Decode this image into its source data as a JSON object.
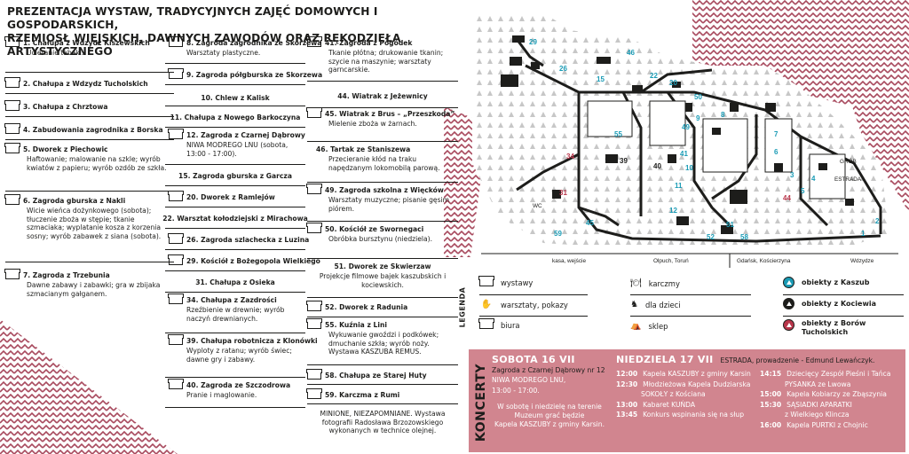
{
  "title": {
    "line1": "PREZENTACJA WYSTAW, TRADYCYJNYCH ZAJĘĆ DOMOWYCH I GOSPODARSKICH,",
    "line2": "RZEMIOSŁ WIEJSKICH, DAWNYCH ZAWODÓW ORAZ RĘKODZIEŁA ARTYSTYCZNEGO"
  },
  "column1": [
    {
      "label": "1. Chałupa z Wdzydz Kiszewskich",
      "desc": "Ucieranie tabaki."
    },
    {
      "label": "2. Chałupa z Wdzydz Tucholskich",
      "desc": ""
    },
    {
      "label": "3. Chałupa z Chrztowa",
      "desc": ""
    },
    {
      "label": "4. Zabudowania zagrodnika z Borska",
      "desc": ""
    },
    {
      "label": "5. Dworek z Piechowic",
      "desc": "Haftowanie; malowanie na szkle; wyrób kwiatów z papieru; wyrób ozdób ze szkła."
    },
    {
      "label": "6. Zagroda gburska z Nakli",
      "desc": "Wicie wieńca dożynkowego (sobota); tłuczenie zboża w stępie; tkanie szmaciaka; wyplatanie kosza z korzenia sosny; wyrób zabawek z siana (sobota)."
    },
    {
      "label": "7. Zagroda z Trzebunia",
      "desc": "Dawne zabawy i zabawki; gra w zbijaka szmacianym gałganem."
    }
  ],
  "column2": [
    {
      "label": "8. Zagroda zagrodnika ze Skorzewa",
      "desc": "Warsztaty plastyczne."
    },
    {
      "label": "9. Zagroda półgburska ze Skorzewa",
      "desc": ""
    },
    {
      "label": "10. Chlew z Kalisk",
      "desc": ""
    },
    {
      "label": "11. Chałupa z Nowego Barkoczyna",
      "desc": ""
    },
    {
      "label": "12. Zagroda z Czarnej Dąbrowy",
      "desc": "NIWA MODREGO LNU (sobota, 13:00 - 17:00)."
    },
    {
      "label": "15. Zagroda gburska z Garcza",
      "desc": ""
    },
    {
      "label": "20. Dworek z Ramlejów",
      "desc": ""
    },
    {
      "label": "22. Warsztat kołodziejski z Mirachowa",
      "desc": ""
    },
    {
      "label": "26. Zagroda szlachecka z Luzina",
      "desc": ""
    },
    {
      "label": "29. Kościół z Bożegopola Wielkiego",
      "desc": ""
    },
    {
      "label": "31. Chałupa z Osieka",
      "desc": ""
    },
    {
      "label": "34. Chałupa z Zazdrości",
      "desc": "Rzeźbienie w drewnie; wyrób naczyń drewnianych."
    },
    {
      "label": "39. Chałupa robotnicza z Klonówki",
      "desc": "Wyploty z ratanu; wyrób świec; dawne gry i zabawy."
    },
    {
      "label": "40. Zagroda ze Szczodrowa",
      "desc": "Pranie i maglowanie."
    }
  ],
  "column3": [
    {
      "label": "41. Zagroda z Pogódek",
      "desc": "Tkanie płótna; drukowanie tkanin; szycie na maszynie; warsztaty garncarskie."
    },
    {
      "label": "44. Wiatrak z Jeżewnicy",
      "desc": ""
    },
    {
      "label": "45. Wiatrak z Brus – „Przeszkoda”",
      "desc": "Mielenie zboża w żarnach."
    },
    {
      "label": "46. Tartak ze Staniszewa",
      "desc": "Przecieranie kłód na traku napędzanym lokomobilą parową."
    },
    {
      "label": "49. Zagroda szkolna z Więcków",
      "desc": "Warsztaty muzyczne; pisanie gęsim piórem."
    },
    {
      "label": "50. Kościół ze Swornegaci",
      "desc": "Obróbka bursztynu (niedziela)."
    },
    {
      "label": "51. Dworek ze Skwierzaw",
      "desc": "Projekcje filmowe bajek kaszubskich i kociewskich."
    },
    {
      "label": "52. Dworek z Radunia",
      "desc": ""
    },
    {
      "label": "55. Kuźnia z Lini",
      "desc": "Wykuwanie gwoździ i podkówek; dmuchanie szkła; wyrób noży. Wystawa KASZUBA REMUS."
    },
    {
      "label": "58. Chałupa ze Starej Huty",
      "desc": ""
    },
    {
      "label": "59. Karczma z Rumi",
      "desc": ""
    },
    {
      "label": "",
      "desc": "MINIONE, NIEZAPOMNIANE. Wystawa fotografii Radosława Brzozowskiego wykonanych w technice olejnej."
    }
  ],
  "map": {
    "labels": {
      "kasa": "kasa, wejście",
      "olpuch": "Olpuch, Toruń",
      "gdansk": "Gdańsk, Kościerzyna",
      "wdzydze": "Wdzydze",
      "grob": "GRÓB",
      "estrada": "ESTRADA",
      "wc": "WC"
    },
    "blue_numbers": [
      "29",
      "26",
      "46",
      "15",
      "22",
      "20",
      "50",
      "9",
      "8",
      "55",
      "7",
      "6",
      "3",
      "4",
      "5",
      "2",
      "1",
      "49",
      "41",
      "10",
      "11",
      "12",
      "52",
      "51",
      "58",
      "45",
      "59",
      "44"
    ],
    "red_numbers": [
      "34",
      "31"
    ],
    "dark_numbers": [
      "39",
      "40"
    ]
  },
  "legend": {
    "title": "LEGENDA",
    "wystawy": "wystawy",
    "warsztaty": "warsztaty, pokazy",
    "biura": "biura",
    "karczmy": "karczmy",
    "dla_dzieci": "dla dzieci",
    "sklep": "sklep",
    "kaszuby": "obiekty z Kaszub",
    "kociewie": "obiekty z Kociewia",
    "bory": "obiekty z Borów Tucholskich"
  },
  "concerts": {
    "title": "KONCERTY",
    "saturday": {
      "day": "SOBOTA 16 VII",
      "lines": [
        "Zagroda z Czarnej Dąbrowy nr 12",
        "NIWA MODREGO LNU,",
        "13:00 - 17:00.",
        "W sobotę i niedzielę na terenie",
        "Muzeum grać będzie",
        "Kapela KASZUBY z gminy Karsin."
      ]
    },
    "sunday": {
      "day": "NIEDZIELA 17 VII",
      "intro": "ESTRADA, prowadzenie - Edmund Lewańczyk.",
      "left": [
        {
          "time": "12:00",
          "text": "Kapela KASZUBY z gminy Karsin"
        },
        {
          "time": "12:30",
          "text": "Młodzieżowa Kapela Dudziarska"
        },
        {
          "time": "",
          "text": "SOKOŁY z Kościana"
        },
        {
          "time": "13:00",
          "text": "Kabaret KUŃDA"
        },
        {
          "time": "13:45",
          "text": "Konkurs wspinania się na słup"
        }
      ],
      "right": [
        {
          "time": "14:15",
          "text": "Dziecięcy Zespół Pieśni i Tańca"
        },
        {
          "time": "",
          "text": "PYSANKA ze Lwowa"
        },
        {
          "time": "15:00",
          "text": "Kapela Kobiarzy ze Zbąszynia"
        },
        {
          "time": "15:30",
          "text": "SĄSIADKI APARATKI"
        },
        {
          "time": "",
          "text": "z Wielkiego Klincza"
        },
        {
          "time": "16:00",
          "text": "Kapela PURTKI z Chojnic"
        }
      ]
    }
  },
  "colors": {
    "accent": "#b9364b",
    "concert_bg": "#d1858f",
    "teal": "#1a9bb5",
    "ink": "#1d1d1b"
  }
}
